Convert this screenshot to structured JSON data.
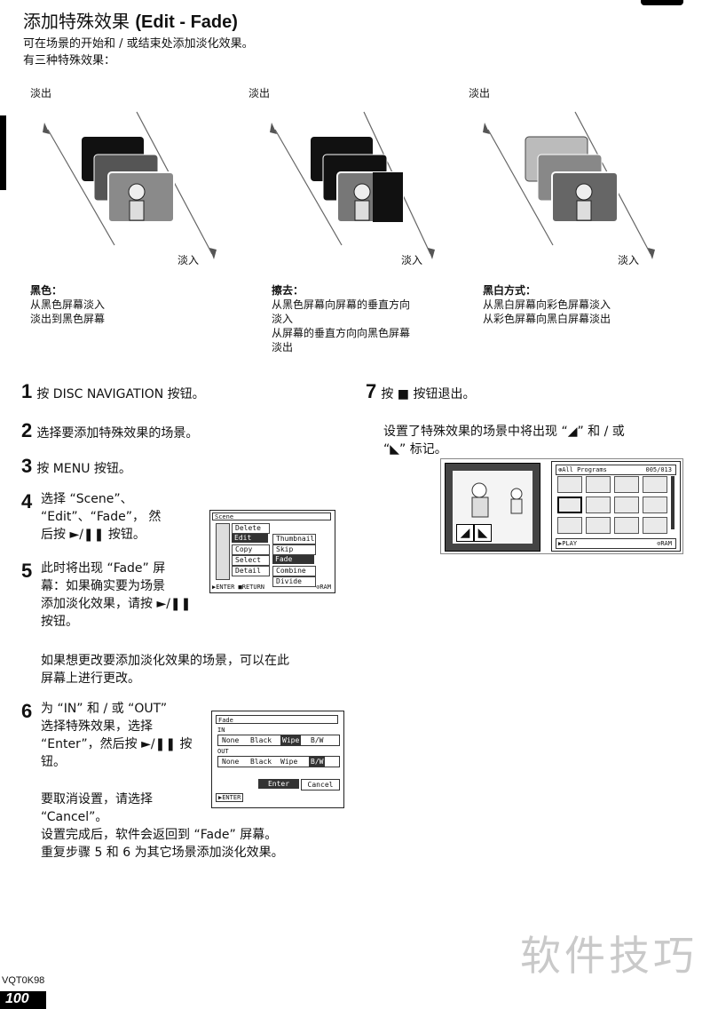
{
  "header": {
    "title_cn": "添加特殊效果",
    "title_en": "(Edit - Fade)",
    "intro_line1": "可在场景的开始和 / 或结束处添加淡化效果。",
    "intro_line2": "有三种特殊效果："
  },
  "effects": [
    {
      "fade_out": "淡出",
      "fade_in": "淡入",
      "name": "黑色：",
      "desc1": "从黑色屏幕淡入",
      "desc2": "淡出到黑色屏幕",
      "desc3": "",
      "desc4": ""
    },
    {
      "fade_out": "淡出",
      "fade_in": "淡入",
      "name": "擦去：",
      "desc1": "从黑色屏幕向屏幕的垂直方向",
      "desc2": "淡入",
      "desc3": "从屏幕的垂直方向向黑色屏幕",
      "desc4": "淡出"
    },
    {
      "fade_out": "淡出",
      "fade_in": "淡入",
      "name": "黑白方式：",
      "desc1": "从黑白屏幕向彩色屏幕淡入",
      "desc2": "从彩色屏幕向黑白屏幕淡出",
      "desc3": "",
      "desc4": ""
    }
  ],
  "steps": {
    "s1": {
      "num": "1",
      "text": "按 DISC NAVIGATION 按钮。"
    },
    "s2": {
      "num": "2",
      "text": "选择要添加特殊效果的场景。"
    },
    "s3": {
      "num": "3",
      "text": "按 MENU 按钮。"
    },
    "s4": {
      "num": "4",
      "l1": "选择 “Scene”、",
      "l2": "“Edit”、“Fade”， 然",
      "l3": "后按 ►/❚❚ 按钮。"
    },
    "s5": {
      "num": "5",
      "l1": "此时将出现 “Fade” 屏",
      "l2": "幕：如果确实要为场景",
      "l3": "添加淡化效果，请按 ►/❚❚",
      "l4": "按钮。"
    },
    "s5_note1": "如果想更改要添加淡化效果的场景，可以在此",
    "s5_note2": "屏幕上进行更改。",
    "s6": {
      "num": "6",
      "l1": "为 “IN” 和 / 或 “OUT”",
      "l2": "选择特殊效果，选择",
      "l3": "“Enter”，然后按 ►/❚❚ 按",
      "l4": "钮。"
    },
    "s6_note1": "要取消设置，请选择",
    "s6_note2": "“Cancel”。",
    "s6_note3": "设置完成后，软件会返回到 “Fade” 屏幕。",
    "s6_note4": "重复步骤 5 和 6 为其它场景添加淡化效果。",
    "s7": {
      "num": "7",
      "text": "按 ■ 按钮退出。"
    },
    "s7_note1": "设置了特殊效果的场景中将出现 “◢” 和 / 或",
    "s7_note2": "“◣” 标记。"
  },
  "scene_menu": {
    "title": "Scene",
    "left_items": [
      "Delete",
      "Edit",
      "Copy",
      "Select",
      "Detail"
    ],
    "sub_items": [
      "Thumbnail",
      "Skip",
      "Fade",
      "Combine",
      "Divide"
    ],
    "footer_enter": "ENTER",
    "footer_return": "RETURN",
    "footer_ram": "RAM"
  },
  "fade_menu": {
    "title": "Fade",
    "in_label": "IN",
    "out_label": "OUT",
    "options": [
      "None",
      "Black",
      "Wipe",
      "B/W"
    ],
    "in_selected": "Wipe",
    "out_selected": "B/W",
    "enter": "Enter",
    "cancel": "Cancel",
    "footer_enter": "ENTER"
  },
  "programs_screen": {
    "title": "All Programs",
    "counter": "005/013",
    "play": "PLAY",
    "ram": "RAM"
  },
  "footer": {
    "code": "VQT0K98",
    "page": "100",
    "watermark": "软件技巧"
  }
}
